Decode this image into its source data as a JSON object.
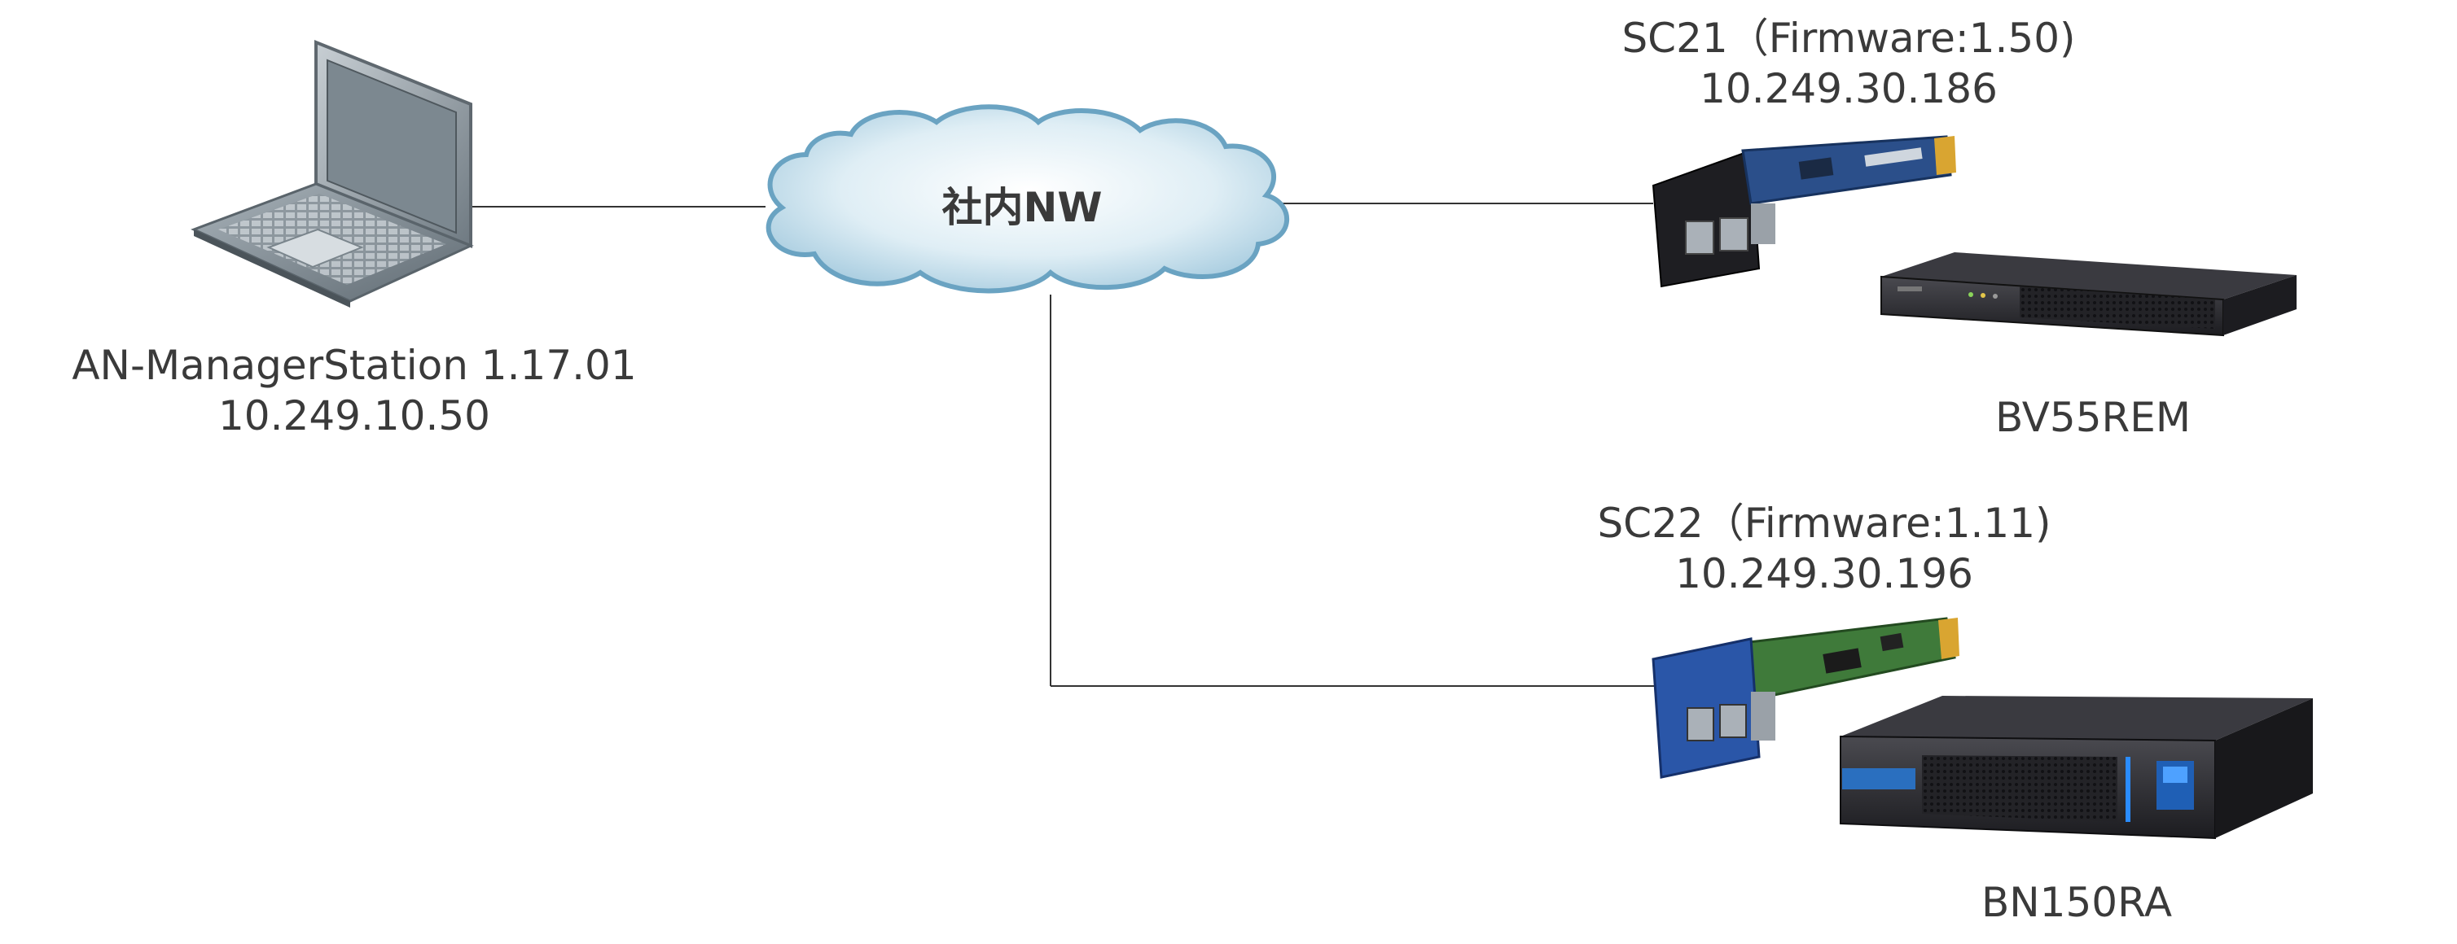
{
  "network": {
    "label": "社内NW"
  },
  "manager": {
    "name": "AN-ManagerStation 1.17.01",
    "ip": "10.249.10.50"
  },
  "card1": {
    "name": "SC21（Firmware:1.50)",
    "ip": "10.249.30.186",
    "ups_model": "BV55REM"
  },
  "card2": {
    "name": "SC22（Firmware:1.11)",
    "ip": "10.249.30.196",
    "ups_model": "BN150RA"
  },
  "colors": {
    "line": "#333333",
    "text": "#3a3a3a",
    "cloud_fill": "#dfeef5",
    "cloud_edge": "#6aa3c2",
    "card1_pcb": "#2b4f8a",
    "card2_pcb": "#3f7a3a",
    "card2_bracket": "#2a56a8",
    "ups_body": "#2a2a2e"
  },
  "icons": {
    "laptop": "laptop-icon",
    "cloud": "cloud-icon",
    "card1": "network-card-icon",
    "ups1": "ups-rack-icon",
    "card2": "network-card-icon",
    "ups2": "ups-tower-icon"
  }
}
